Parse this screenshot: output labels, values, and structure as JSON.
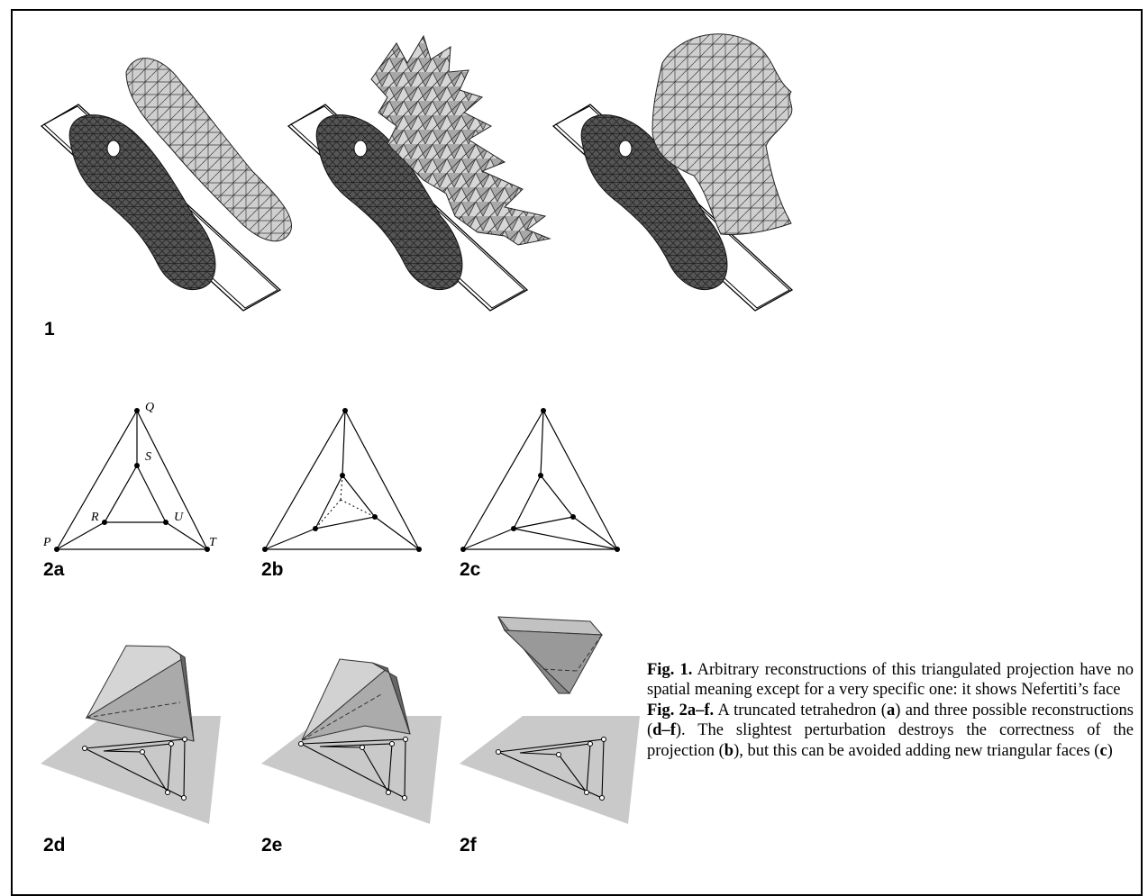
{
  "labels": {
    "fig1": "1",
    "fig2a": "2a",
    "fig2b": "2b",
    "fig2c": "2c",
    "fig2d": "2d",
    "fig2e": "2e",
    "fig2f": "2f"
  },
  "vertices": {
    "Q": "Q",
    "S": "S",
    "R": "R",
    "U": "U",
    "P": "P",
    "T": "T"
  },
  "caption": {
    "fig1_label": "Fig. 1.",
    "fig1_text": "Arbitrary reconstructions of this triangulated projection have no spatial meaning except for a very specific one: it shows Nefertiti’s face",
    "fig2_label": "Fig. 2a–f.",
    "fig2_t1": " A truncated tetrahedron (",
    "fig2_b1": "a",
    "fig2_t2": ") and three possible reconstructions (",
    "fig2_b2": "d–f",
    "fig2_t3": "). The slightest perturbation destroys the correctness of the projection (",
    "fig2_b3": "b",
    "fig2_t4": "), but this can be avoided adding new triangular faces (",
    "fig2_b4": "c",
    "fig2_t5": ")"
  },
  "colors": {
    "mesh_dark": "#4a4a4a",
    "mesh_light": "#c4c4c4",
    "plane_gray": "#c9c9c9",
    "solid_face": "#b3b3b3",
    "solid_dark": "#6b6b6b"
  }
}
